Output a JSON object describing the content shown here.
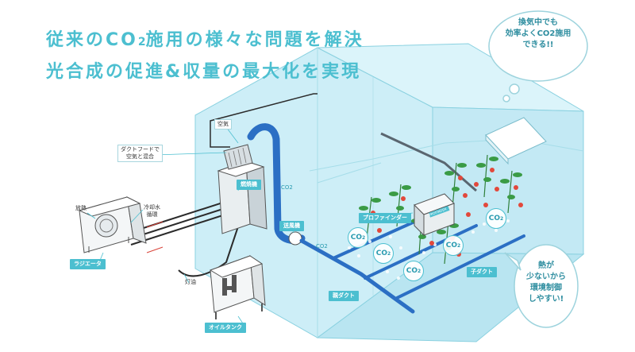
{
  "headline": {
    "line1_pre": "従来のCO",
    "line1_sub": "2",
    "line1_post": "施用の様々な問題を解決",
    "line2": "光合成の促進&収量の最大化を実現"
  },
  "labels": {
    "radiator": "ラジエータ",
    "heat_release": "放熱",
    "cooling_water": [
      "冷却水",
      "循環"
    ],
    "kerosene": "灯油",
    "oil_tank": "オイルタンク",
    "air": "空気",
    "duct_hood": [
      "ダクトフードで",
      "空気と混合"
    ],
    "burner": "燃焼機",
    "blower": "送風機",
    "pro_finder": "プロファインダー",
    "main_duct": "親ダクト",
    "branch_duct": "子ダクト"
  },
  "gas": {
    "pre": "CO",
    "sub": "2"
  },
  "co2_badge": {
    "pre": "CO",
    "sub": "2"
  },
  "device_brand": "PROFINDER",
  "bubble_top": [
    "換気中でも",
    "効率よくCO2施用",
    "できる!!"
  ],
  "bubble_right": [
    "熱が",
    "少ないから",
    "環境制御",
    "しやすい!"
  ],
  "colors": {
    "accent": "#4cbfd0",
    "glass": "#cfeff7",
    "duct": "#2b6fc4",
    "plant": "#3a9b45",
    "tomato": "#e2483b"
  }
}
